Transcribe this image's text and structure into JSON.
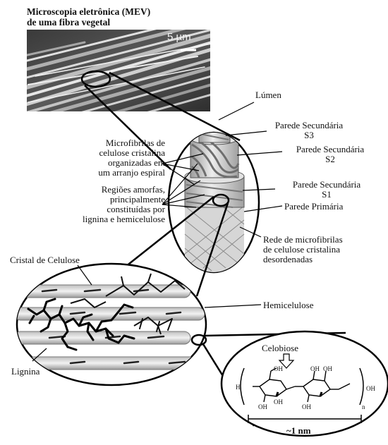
{
  "sem": {
    "title_line1": "Microscopia eletrônica (MEV)",
    "title_line2": "de uma fibra vegetal",
    "scale_bar": "5 µm"
  },
  "fiber": {
    "lumen": "Lúmen",
    "s3_line1": "Parede Secundária",
    "s3_line2": "S3",
    "s2_line1": "Parede Secundária",
    "s2_line2": "S2",
    "s1_line1": "Parede Secundária",
    "s1_line2": "S1",
    "primary": "Parede Primária",
    "microfibrils_line1": "Microfibrilas de",
    "microfibrils_line2": "celulose cristalina",
    "microfibrils_line3": "organizadas em",
    "microfibrils_line4": "um arranjo espiral",
    "amorphous_line1": "Regiões amorfas,",
    "amorphous_line2": "principalmente",
    "amorphous_line3": "constituídas por",
    "amorphous_line4": "lignina e hemicelulose",
    "network_line1": "Rede de microfibrilas",
    "network_line2": "de celulose cristalina",
    "network_line3": "desordenadas"
  },
  "detail": {
    "cellulose_crystal": "Cristal de Celulose",
    "hemicellulose": "Hemicelulose",
    "lignin": "Lignina"
  },
  "molecule": {
    "title": "Celobiose",
    "scale": "~1 nm",
    "left_group": "H",
    "right_group": "OH",
    "subscript_n": "n",
    "oh_label": "OH"
  },
  "colors": {
    "ink": "#111111",
    "sem_dark": "#2a2a2a",
    "sem_light": "#d8d8d8",
    "fiber_fill": "#cfcfcf"
  }
}
